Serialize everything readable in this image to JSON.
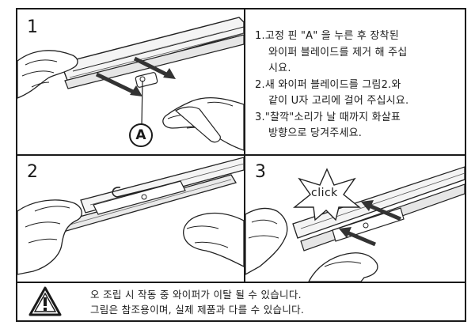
{
  "panels": [
    {
      "step": "1",
      "callout": "A"
    },
    {
      "step": "2"
    },
    {
      "step": "3",
      "sound": "click"
    }
  ],
  "instructions": [
    {
      "num": "1.",
      "lines": [
        "고정 핀 \"A\" 을 누른 후 장착된",
        "와이퍼 블레이드를 제거 해 주십",
        "시요."
      ]
    },
    {
      "num": "2.",
      "lines": [
        "새 와이퍼 블레이드를 그림2.와",
        "같이 U자 고리에 걸어 주십시요."
      ]
    },
    {
      "num": "3.",
      "lines": [
        "\"찰깍\"소리가 날 때까지 화살표",
        "방향으로 당겨주세요."
      ]
    }
  ],
  "warning": {
    "icon": "warning-triangle-icon",
    "line1": "오 조립 시 작동 중  와이퍼가  이탈 될 수  있습니다.",
    "line2": "그림은 참조용이며, 실제 제품과 다를 수 있습니다."
  }
}
